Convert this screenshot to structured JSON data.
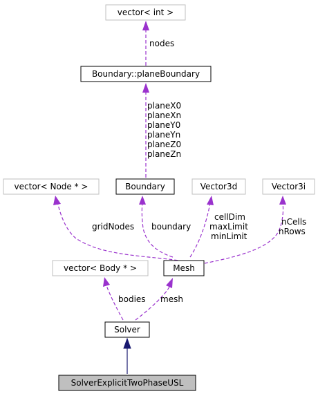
{
  "nodes": {
    "vector_int": "vector< int >",
    "plane_boundary": "Boundary::planeBoundary",
    "vector_node": "vector< Node * >",
    "boundary": "Boundary",
    "vector3d": "Vector3d",
    "vector3i": "Vector3i",
    "mesh": "Mesh",
    "vector_body": "vector< Body * >",
    "solver": "Solver",
    "solver_explicit": "SolverExplicitTwoPhaseUSL"
  },
  "edges": {
    "nodes": [
      "nodes"
    ],
    "planes": [
      "planeX0",
      "planeXn",
      "planeY0",
      "planeYn",
      "planeZ0",
      "planeZn"
    ],
    "grid_nodes": [
      "gridNodes"
    ],
    "boundary": [
      "boundary"
    ],
    "vector3d": [
      "cellDim",
      "maxLimit",
      "minLimit"
    ],
    "vector3i": [
      "nCells",
      "nRows"
    ],
    "bodies": [
      "bodies"
    ],
    "mesh": [
      "mesh"
    ]
  },
  "colors": {
    "usage_edge": "#9a32cd",
    "inheritance_edge": "#191970",
    "template_border": "#bfbfbf",
    "class_border": "#000000",
    "highlight_fill": "#bfbfbf"
  }
}
